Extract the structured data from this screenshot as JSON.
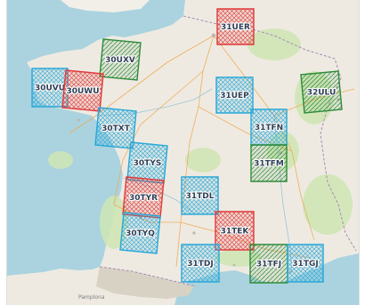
{
  "map": {
    "tiles": [
      {
        "id": "31UER",
        "status": "red"
      },
      {
        "id": "30UXV",
        "status": "green"
      },
      {
        "id": "30UVU",
        "status": "blue"
      },
      {
        "id": "30UWU",
        "status": "red"
      },
      {
        "id": "32ULU",
        "status": "green"
      },
      {
        "id": "31UEP",
        "status": "blue"
      },
      {
        "id": "30TXT",
        "status": "blue"
      },
      {
        "id": "31TFN",
        "status": "blue"
      },
      {
        "id": "30TYS",
        "status": "blue"
      },
      {
        "id": "31TFM",
        "status": "green"
      },
      {
        "id": "30TYR",
        "status": "red"
      },
      {
        "id": "31TDL",
        "status": "blue"
      },
      {
        "id": "30TYQ",
        "status": "blue"
      },
      {
        "id": "31TEK",
        "status": "red"
      },
      {
        "id": "31TDJ",
        "status": "blue"
      },
      {
        "id": "31TFJ",
        "status": "green"
      },
      {
        "id": "31TGJ",
        "status": "blue"
      }
    ],
    "colors": {
      "red": "#e03a3a",
      "green": "#2e8b3a",
      "blue": "#2aa8d8",
      "land": "#eeeae2",
      "sea": "#aad3df",
      "forest": "#cfe6b4",
      "road": "#f0a84e"
    },
    "places": {
      "pamplona": "Pamplona"
    }
  }
}
